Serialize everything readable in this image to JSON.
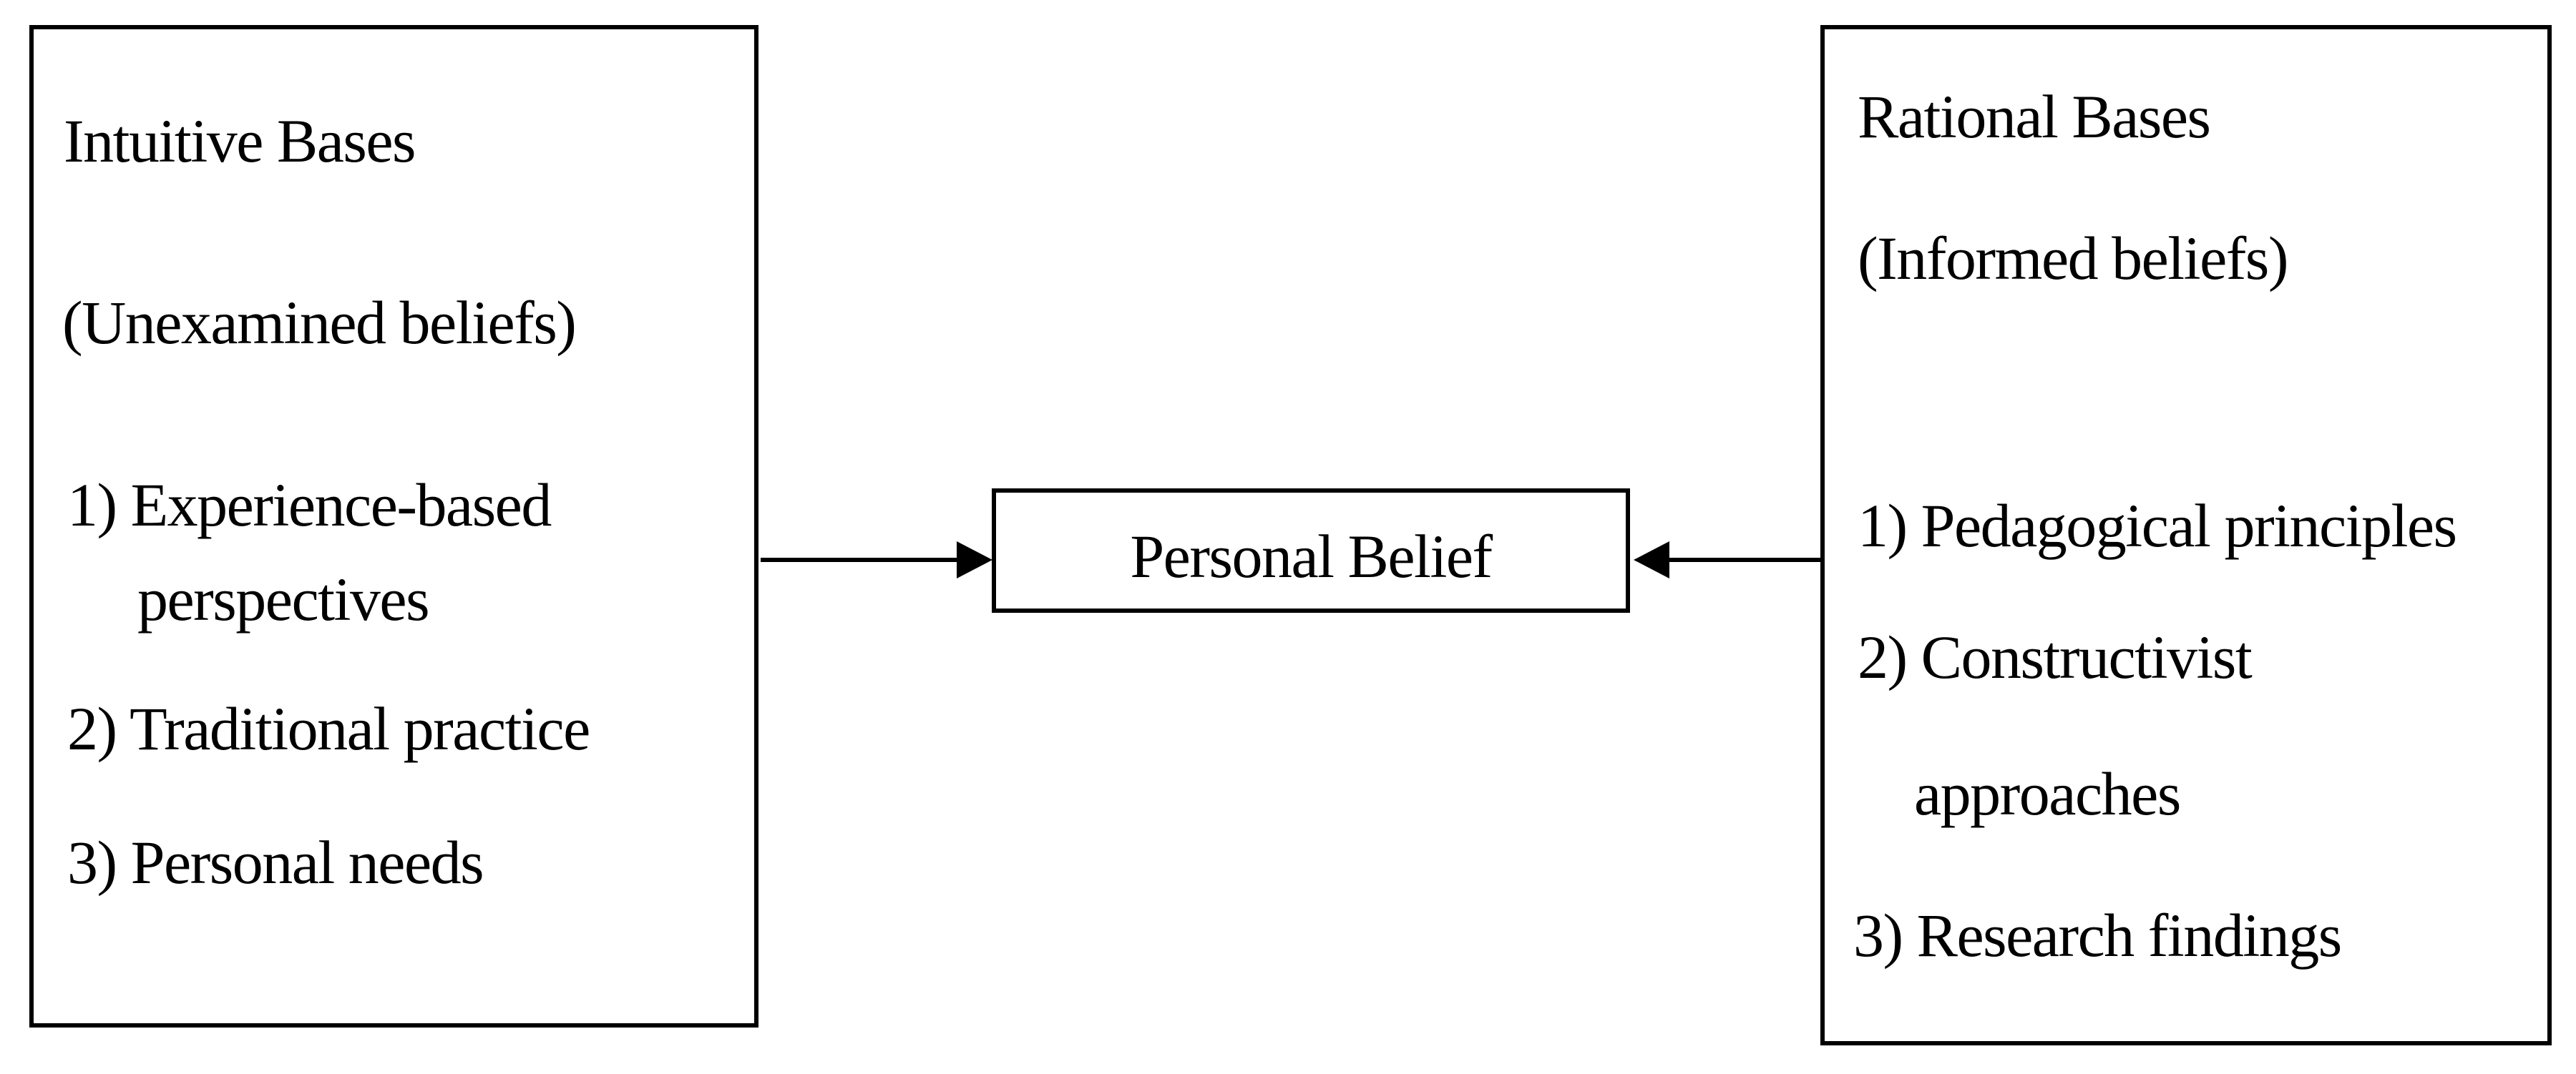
{
  "figure": {
    "description": "Diagram of bases feeding into a personal belief",
    "colors": {
      "background": "#ffffff",
      "border": "#000000",
      "text": "#000000"
    },
    "left_box": {
      "title": "Intuitive Bases",
      "subtitle": "(Unexamined beliefs)",
      "lines": [
        {
          "text": "Intuitive Bases"
        },
        {
          "text": "(Unexamined beliefs)"
        },
        {
          "text": "1) Experience-based"
        },
        {
          "text": "perspectives",
          "indent": true
        },
        {
          "text": "2) Traditional practice"
        },
        {
          "text": "3) Personal needs"
        }
      ]
    },
    "right_box": {
      "title": "Rational Bases",
      "subtitle": "(Informed beliefs)",
      "lines": [
        {
          "text": "Rational Bases"
        },
        {
          "text": "(Informed beliefs)"
        },
        {
          "text": "1) Pedagogical principles"
        },
        {
          "text": "2) Constructivist"
        },
        {
          "text": "approaches",
          "indent": true
        },
        {
          "text": "3) Research findings"
        }
      ]
    },
    "center_box": {
      "label": "Personal Belief"
    },
    "arrows": [
      {
        "name": "intuitive-to-personal-belief",
        "direction": "right"
      },
      {
        "name": "rational-to-personal-belief",
        "direction": "left"
      }
    ]
  }
}
